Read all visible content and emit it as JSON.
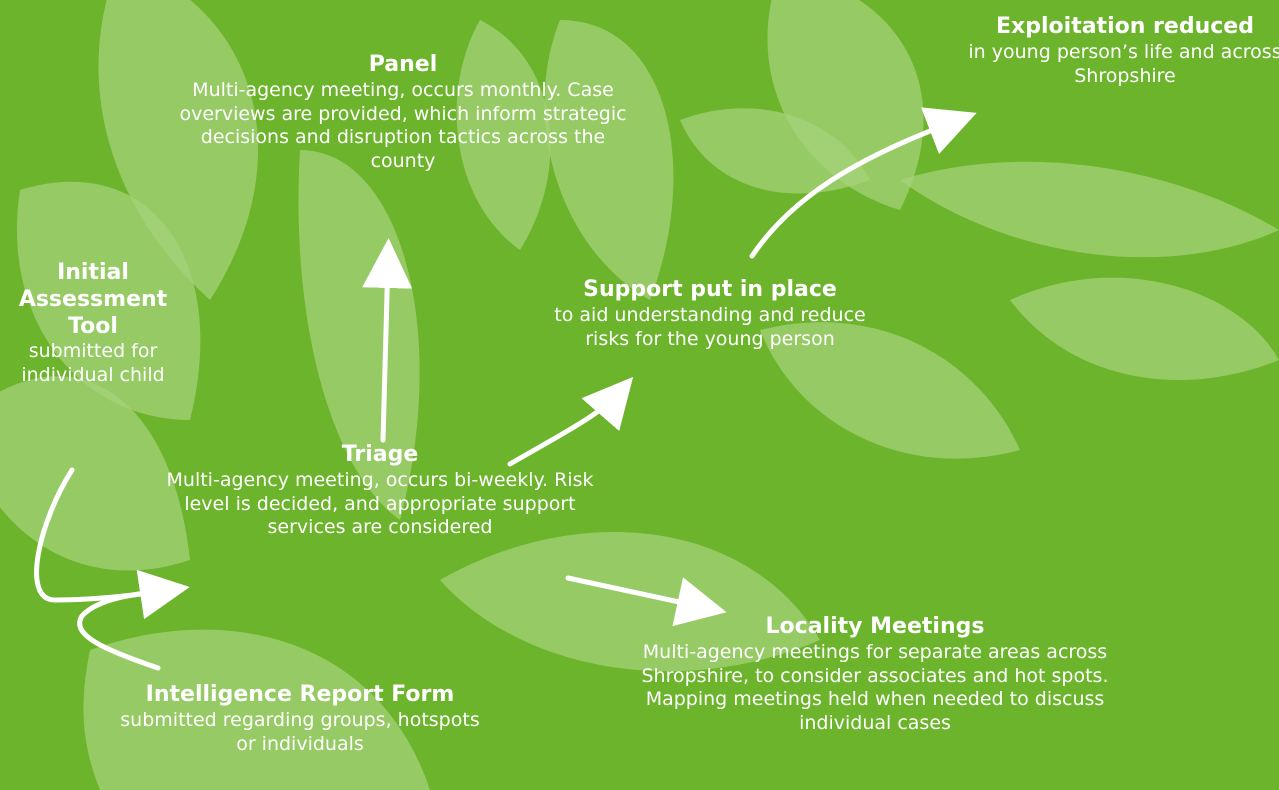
{
  "nodes": {
    "panel": {
      "title": "Panel",
      "desc": "Multi-agency meeting, occurs monthly. Case overviews are provided, which inform strategic decisions and disruption tactics across the county"
    },
    "initial": {
      "title": "Initial Assessment Tool",
      "desc": "submitted for individual child"
    },
    "triage": {
      "title": "Triage",
      "desc": "Multi-agency meeting, occurs bi-weekly. Risk level is decided, and appropriate support services are considered"
    },
    "support": {
      "title": "Support put in place",
      "desc": "to aid understanding and reduce risks for the young person"
    },
    "exploitation": {
      "title": "Exploitation reduced",
      "desc": "in young person’s life and across Shropshire"
    },
    "intel": {
      "title": "Intelligence Report Form",
      "desc": "submitted regarding groups, hotspots or individuals"
    },
    "locality": {
      "title": "Locality Meetings",
      "desc": "Multi-agency meetings for separate areas across Shropshire, to consider associates and hot spots. Mapping meetings held when needed to discuss individual cases"
    }
  },
  "colors": {
    "background": "#6cb42c",
    "leaf": "#a6d27a",
    "text": "#ffffff",
    "arrow": "#ffffff"
  }
}
